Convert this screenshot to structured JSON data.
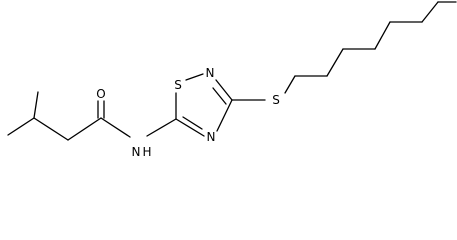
{
  "molecule": {
    "atoms": {
      "oxygen": "O",
      "amide_nitrogen": "N",
      "amide_hydrogen": "H",
      "ring_sulfur": "S",
      "ring_nitrogen_top": "N",
      "ring_nitrogen_bottom": "N",
      "thioether_sulfur": "S"
    },
    "colors": {
      "ink": "#000000",
      "background": "#ffffff"
    }
  }
}
